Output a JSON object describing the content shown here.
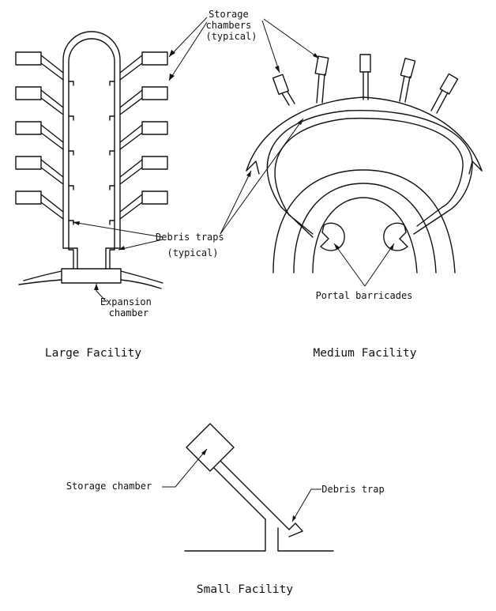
{
  "large_facility": {
    "caption": "Large Facility",
    "storage_label": [
      "Storage",
      "chambers",
      "(typical)"
    ],
    "debris_label": [
      "Debris traps",
      "(typical)"
    ],
    "expansion_label": [
      "Expansion",
      "chamber"
    ]
  },
  "medium_facility": {
    "caption": "Medium Facility",
    "barricade_label": "Portal barricades"
  },
  "small_facility": {
    "caption": "Small Facility",
    "storage_label": "Storage chamber",
    "debris_label": "Debris trap"
  }
}
